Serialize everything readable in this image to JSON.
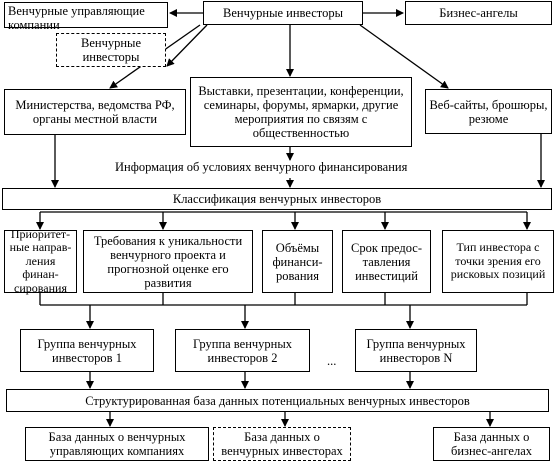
{
  "top": {
    "vc_firms": "Венчурные управляющие компании",
    "venture_investors": "Венчурные инвесторы",
    "business_angels": "Бизнес-ангелы",
    "venture_investors_dashed": "Венчурные инвесторы"
  },
  "sources": {
    "ministries": "Министерства, ведомства РФ, органы местной власти",
    "events": "Выставки, презентации, конференции, семинары, форумы, ярмарки, другие мероприятия по связям с общественностью",
    "websites": "Веб-сайты, брошюры, резюме"
  },
  "info_label": "Информация об условиях венчурного финансирования",
  "classification": "Классификация венчурных инвесторов",
  "criteria": [
    "Приоритет-ные направ-ления финан-сирования",
    "Требования к уникальности венчурного проекта и прогнозной оценке его развития",
    "Объёмы финанси-рования",
    "Срок предос-тавления инвестиций",
    "Тип инвестора с точки зрения его рисковых позиций"
  ],
  "groups": [
    "Группа венчурных инвесторов 1",
    "Группа венчурных инвесторов 2",
    "Группа венчурных инвесторов N"
  ],
  "ellipsis": "...",
  "structured_db": "Структурированная база данных потенциальных венчурных инвесторов",
  "databases": [
    "База данных о венчурных управляющих компаниях",
    "База данных о венчурных инвесторах",
    "База данных о бизнес-ангелах"
  ]
}
